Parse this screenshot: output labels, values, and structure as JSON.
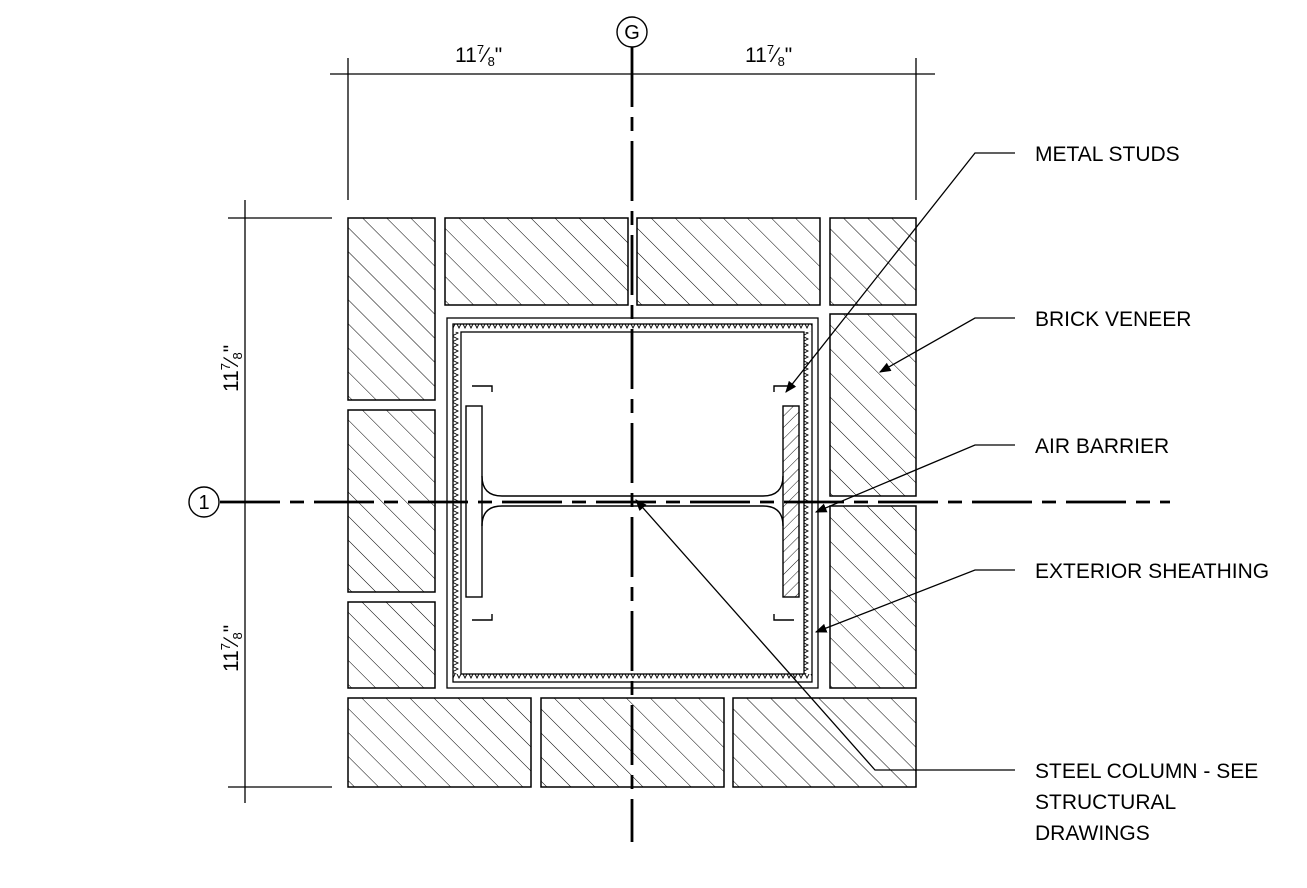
{
  "grid": {
    "vertical_bubble": "G",
    "horizontal_bubble": "1"
  },
  "dimensions": {
    "top_left": {
      "whole": "11",
      "num": "7",
      "den": "8",
      "unit": "\""
    },
    "top_right": {
      "whole": "11",
      "num": "7",
      "den": "8",
      "unit": "\""
    },
    "left_upper": {
      "whole": "11",
      "num": "7",
      "den": "8",
      "unit": "\""
    },
    "left_lower": {
      "whole": "11",
      "num": "7",
      "den": "8",
      "unit": "\""
    }
  },
  "callouts": {
    "metal_studs": "METAL STUDS",
    "brick_veneer": "BRICK VENEER",
    "air_barrier": "AIR BARRIER",
    "exterior_sheathing": "EXTERIOR SHEATHING",
    "steel_column_line1": "STEEL COLUMN - SEE",
    "steel_column_line2": "STRUCTURAL",
    "steel_column_line3": "DRAWINGS"
  },
  "colors": {
    "line": "#000000",
    "background": "#ffffff"
  }
}
